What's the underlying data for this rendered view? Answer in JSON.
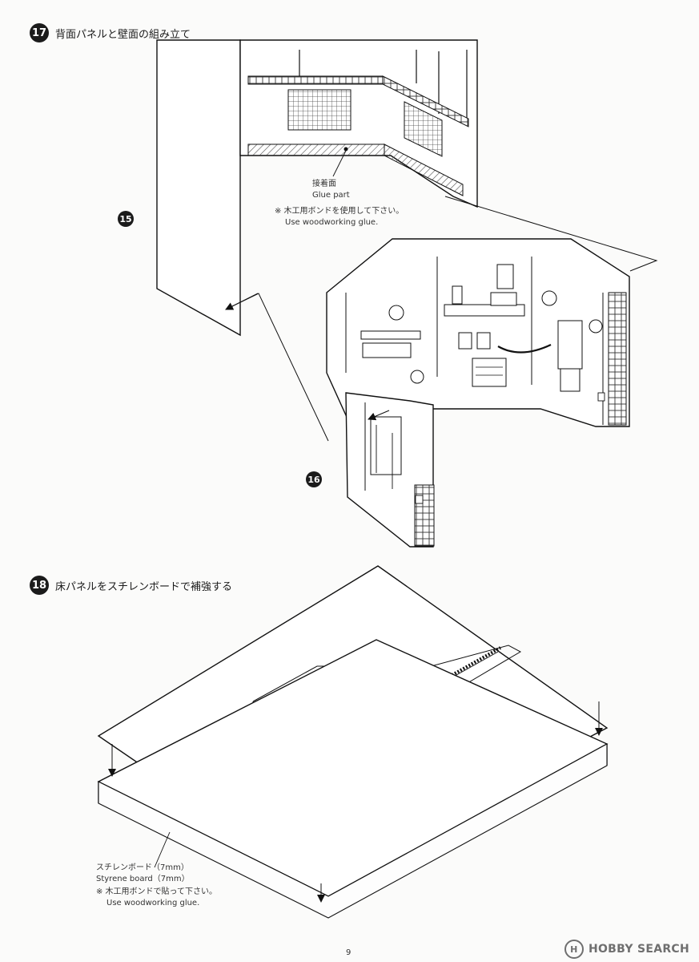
{
  "steps": [
    {
      "number": "17",
      "title": "背面パネルと壁面の組み立て",
      "callouts": [
        "15",
        "16"
      ],
      "glue_label_ja": "接着面",
      "glue_label_en": "Glue part",
      "note_ja": "※ 木工用ボンドを使用して下さい。",
      "note_en": "Use woodworking glue."
    },
    {
      "number": "18",
      "title": "床パネルをスチレンボードで補強する",
      "board_label_ja": "スチレンボード（7mm）",
      "board_label_en": "Styrene board（7mm）",
      "note_ja": "※ 木工用ボンドで貼って下さい。",
      "note_en": "Use woodworking glue."
    }
  ],
  "page_number": "9",
  "watermark": {
    "logo": "H",
    "text": "HOBBY SEARCH"
  }
}
